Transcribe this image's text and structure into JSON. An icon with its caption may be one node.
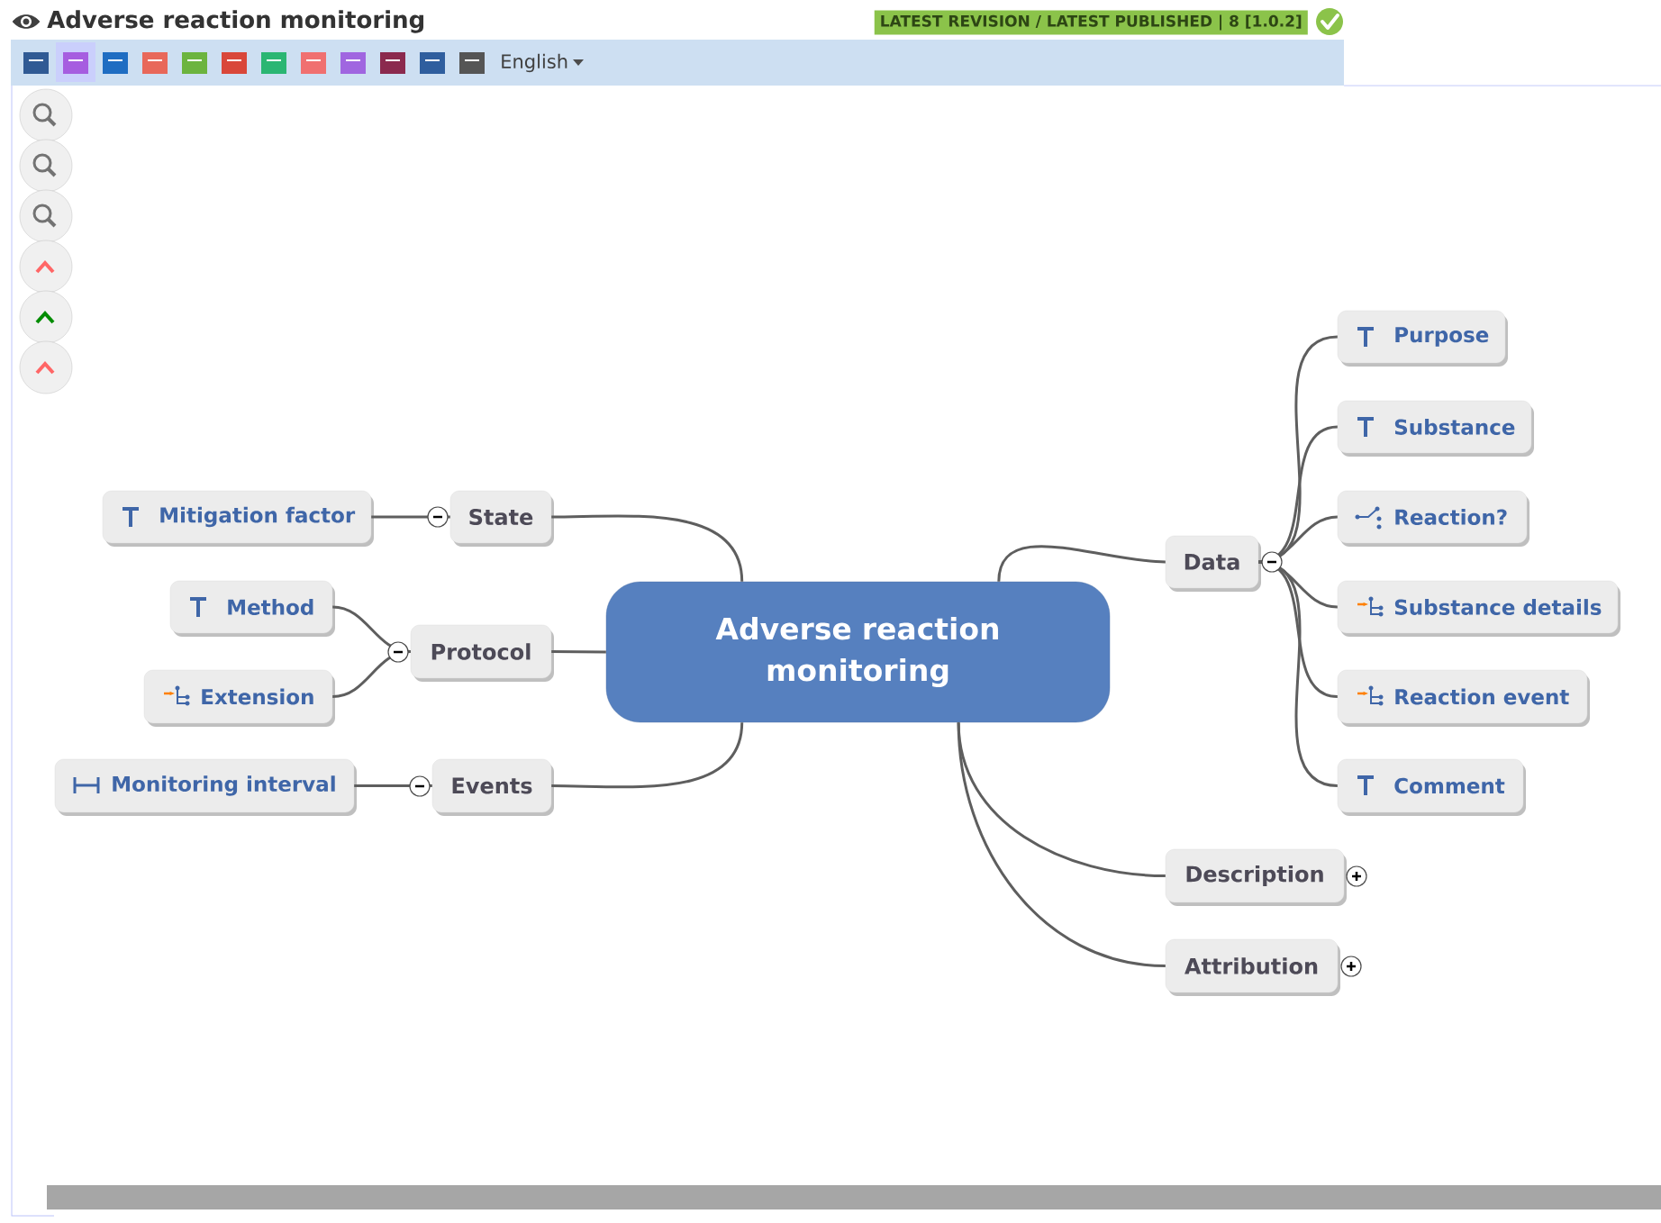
{
  "diagram": {
    "title": "Adverse reaction monitoring",
    "nodes": [
      {
        "text": [
          "Adverse reaction monitoring"
        ]
      },
      {
        "text": [
          "State"
        ]
      },
      {
        "text": [
          "Mitigation factor"
        ]
      },
      {
        "text": [
          "Protocol"
        ]
      },
      {
        "text": [
          "Method"
        ]
      },
      {
        "text": [
          "Extension"
        ]
      },
      {
        "text": [
          "Events"
        ]
      },
      {
        "text": [
          "Monitoring interval"
        ]
      },
      {
        "text": [
          "Data"
        ]
      },
      {
        "text": [
          "Purpose"
        ]
      },
      {
        "text": [
          "Substance"
        ]
      },
      {
        "text": [
          "Reaction?"
        ]
      },
      {
        "text": [
          "Substance details"
        ]
      },
      {
        "text": [
          "Reaction event"
        ]
      },
      {
        "text": [
          "Comment"
        ]
      },
      {
        "text": [
          "Description"
        ]
      },
      {
        "text": [
          "Attribution"
        ]
      }
    ],
    "edges": [
      {
        "from": 0,
        "to": 1,
        "arrow": "none"
      },
      {
        "from": 1,
        "to": 2,
        "arrow": "none"
      },
      {
        "from": 0,
        "to": 3,
        "arrow": "none"
      },
      {
        "from": 3,
        "to": 4,
        "arrow": "none"
      },
      {
        "from": 3,
        "to": 5,
        "arrow": "none"
      },
      {
        "from": 0,
        "to": 6,
        "arrow": "none"
      },
      {
        "from": 6,
        "to": 7,
        "arrow": "none"
      },
      {
        "from": 0,
        "to": 8,
        "arrow": "none"
      },
      {
        "from": 8,
        "to": 9,
        "arrow": "none"
      },
      {
        "from": 8,
        "to": 10,
        "arrow": "none"
      },
      {
        "from": 8,
        "to": 11,
        "arrow": "none"
      },
      {
        "from": 8,
        "to": 12,
        "arrow": "none"
      },
      {
        "from": 8,
        "to": 13,
        "arrow": "none"
      },
      {
        "from": 8,
        "to": 14,
        "arrow": "none"
      },
      {
        "from": 0,
        "to": 15,
        "arrow": "none"
      },
      {
        "from": 0,
        "to": 16,
        "arrow": "none"
      }
    ],
    "labels": [
      "LATEST REVISION / LATEST PUBLISHED | 8 [1.0.2]",
      "English"
    ]
  }
}
